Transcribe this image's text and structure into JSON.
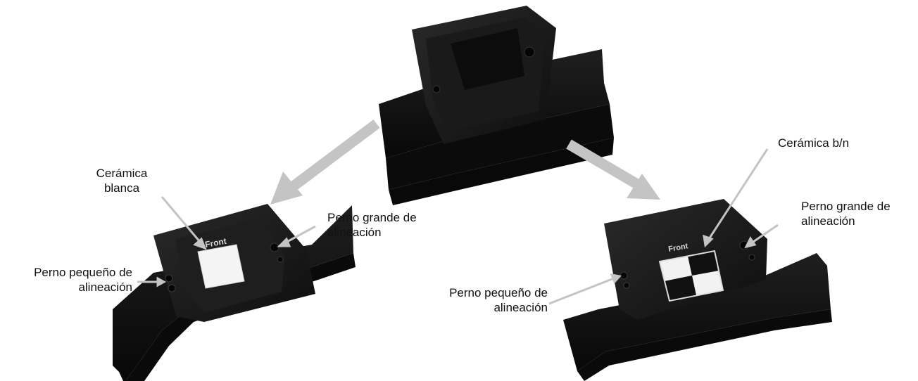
{
  "colors": {
    "background": "#ffffff",
    "housing": "#161616",
    "housing_edge": "#2a2a2a",
    "arrow": "#c4c4c4",
    "white_ceramic": "#f4f4f4",
    "label_text": "#111111"
  },
  "photos": {
    "top": {
      "name": "calibration-holder-empty"
    },
    "left": {
      "name": "calibration-holder-white-ceramic",
      "front_label": "Front"
    },
    "right": {
      "name": "calibration-holder-bw-ceramic",
      "front_label": "Front"
    }
  },
  "labels": {
    "ceramica_blanca": {
      "line1": "Cerámica",
      "line2": "blanca"
    },
    "perno_grande_left": {
      "line1": "Perno grande de",
      "line2": "alineación"
    },
    "perno_pequeno_left": {
      "line1": "Perno pequeño de",
      "line2": "alineación"
    },
    "ceramica_bn": {
      "line1": "Cerámica b/n"
    },
    "perno_grande_right": {
      "line1": "Perno grande de",
      "line2": "alineación"
    },
    "perno_pequeno_right": {
      "line1": "Perno pequeño de",
      "line2": "alineación"
    }
  }
}
